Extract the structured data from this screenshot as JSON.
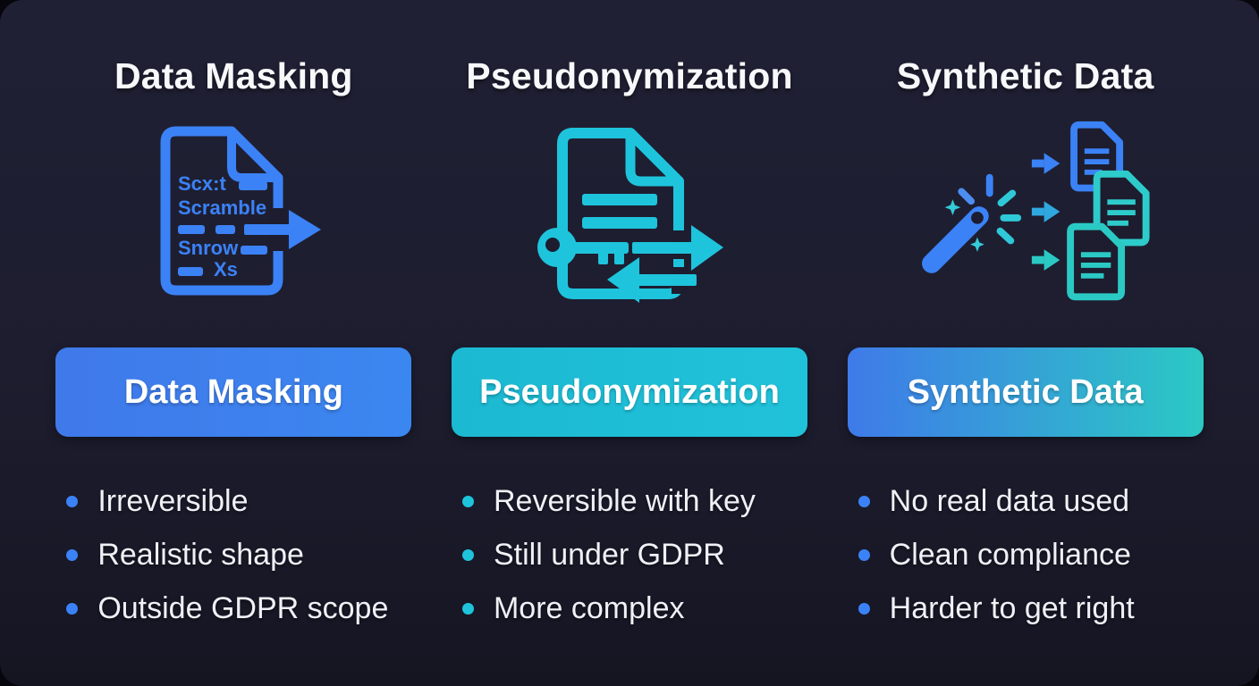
{
  "theme": {
    "page_background": "#06060c",
    "card_background": "#1d1d2f",
    "title_color": "#f7f8fa",
    "bullet_text_color": "#eef1f5",
    "blue_accent": "#3b82f6",
    "cyan_accent": "#1ec4dc",
    "teal_accent": "#2bc9c4"
  },
  "columns": [
    {
      "title": "Data Masking",
      "badge_label": "Data Masking",
      "badge_gradient": [
        "#4079ea",
        "#3b87f0"
      ],
      "bullet_color": "#3b82f6",
      "icon": "masked-document-with-arrow",
      "icon_text": {
        "line1": "Scx:t",
        "line2": "Scramble",
        "line3": "Snrow",
        "line4": "Xs"
      },
      "bullets": [
        "Irreversible",
        "Realistic shape",
        "Outside GDPR scope"
      ]
    },
    {
      "title": "Pseudonymization",
      "badge_label": "Pseudonymization",
      "badge_gradient": [
        "#1cb9d2",
        "#20c2da"
      ],
      "bullet_color": "#1ec4dc",
      "icon": "document-key-two-way-arrows",
      "bullets": [
        "Reversible with key",
        "Still under GDPR",
        "More complex"
      ]
    },
    {
      "title": "Synthetic Data",
      "badge_label": "Synthetic Data",
      "badge_gradient": [
        "#3f7ae9",
        "#2bc9c4"
      ],
      "bullet_color": "#3b82f6",
      "icon": "magic-wand-generating-documents",
      "bullets": [
        "No real data used",
        "Clean compliance",
        "Harder to get right"
      ]
    }
  ]
}
